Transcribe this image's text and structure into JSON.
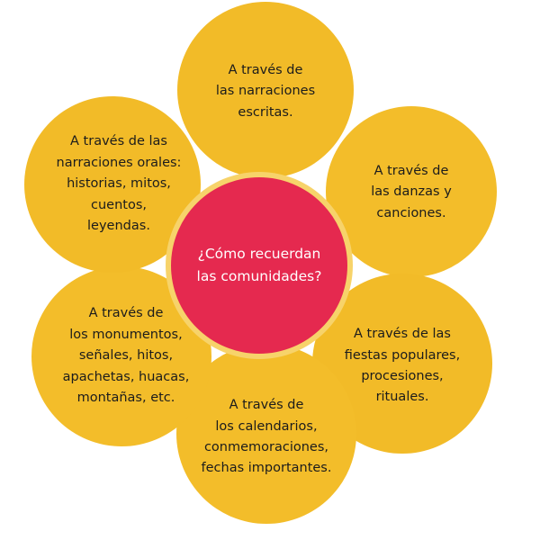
{
  "center": {
    "text": "¿Cómo recuerdan\nlas comunidades?",
    "color": "#e5294f"
  },
  "petals": [
    {
      "text": "A través de\nlas narraciones\nescritas."
    },
    {
      "text": "A través de\nlas danzas y\ncanciones."
    },
    {
      "text": "A través de las\nfiestas populares,\nprocesiones,\nrituales."
    },
    {
      "text": "A través de\nlos calendarios,\nconmemoraciones,\nfechas importantes."
    },
    {
      "text": "A través de\nlos monumentos,\nseñales, hitos,\napachetas, huacas,\nmontañas, etc."
    },
    {
      "text": "A través de las\nnarraciones orales:\nhistorias, mitos,\ncuentos,\nleyendas."
    }
  ],
  "colors": {
    "petal": "#f2bb28",
    "center": "#e5294f",
    "petal_text": "#1c1c1c",
    "center_text": "#ffffff"
  }
}
